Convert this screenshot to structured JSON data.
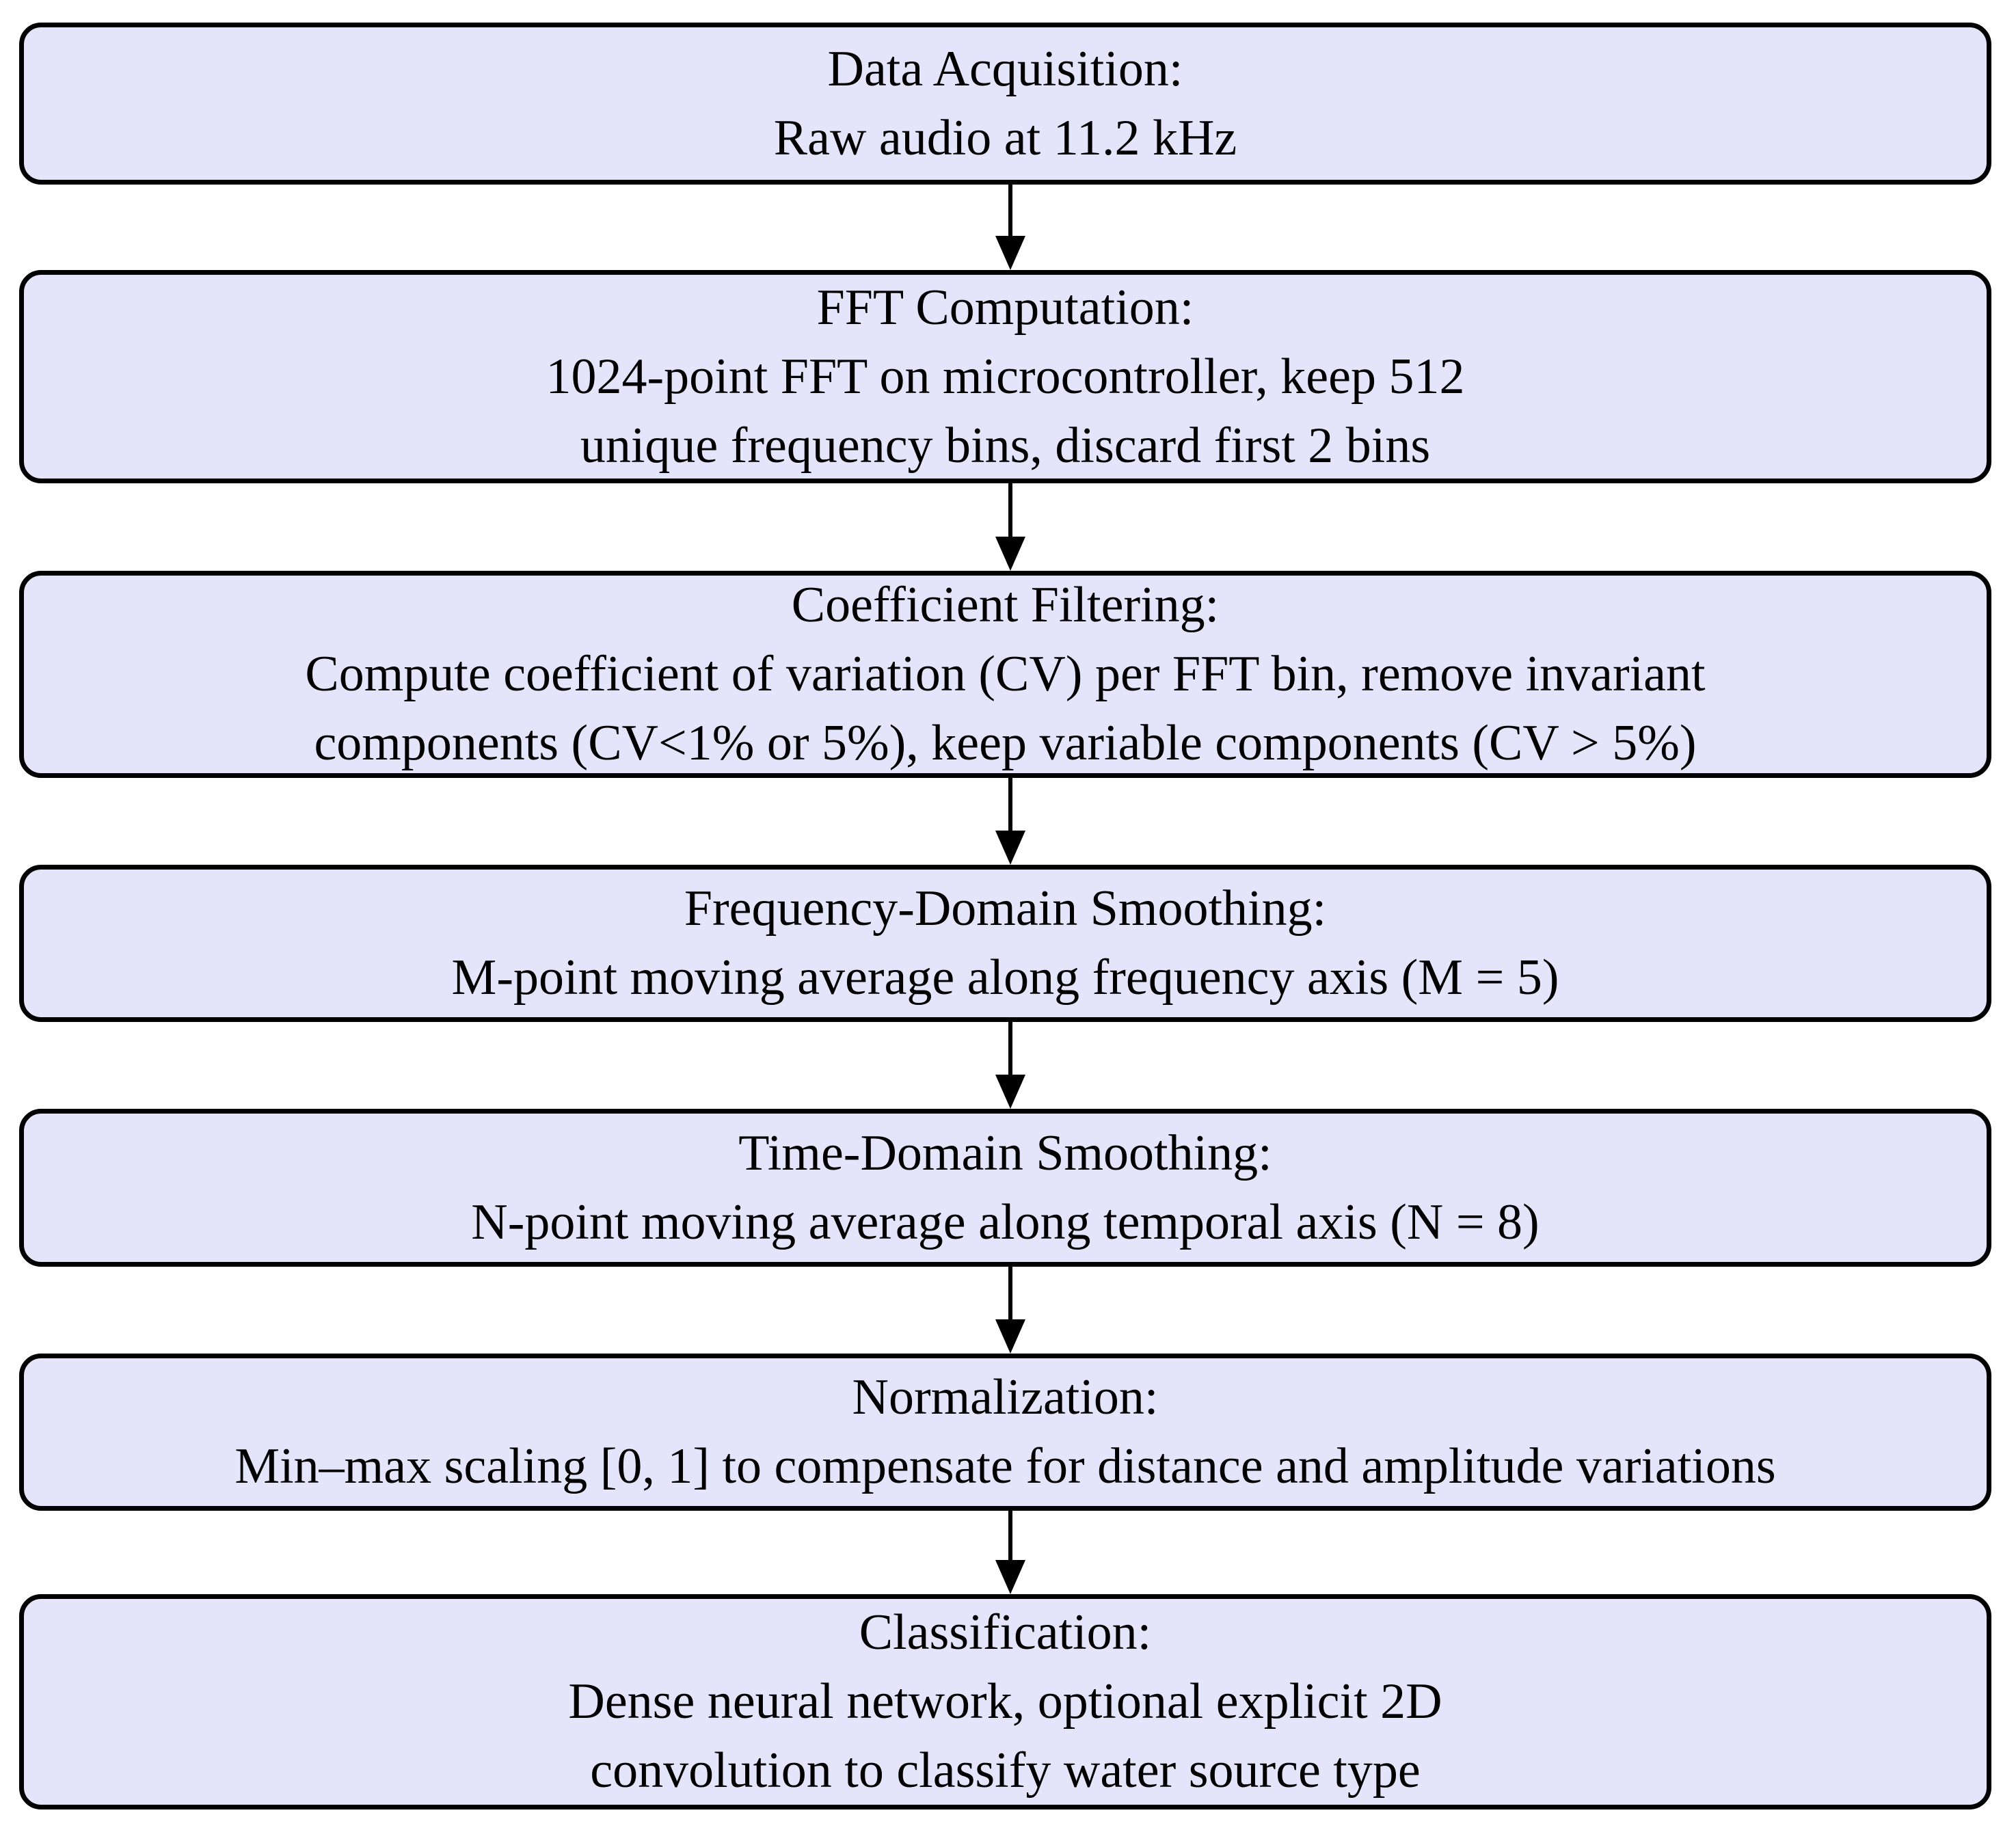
{
  "diagram": {
    "type": "flowchart",
    "direction": "top-to-bottom",
    "background_color": "#ffffff",
    "node_fill_color": "#e4e4fa",
    "node_border_color": "#000000",
    "arrow_color": "#000000",
    "boxes": [
      {
        "name": "data-acquisition",
        "lines": [
          "Data Acquisition:",
          "Raw audio at 11.2 kHz"
        ]
      },
      {
        "name": "fft-computation",
        "lines": [
          "FFT Computation:",
          "1024-point FFT on microcontroller, keep 512",
          "unique frequency bins, discard first 2 bins"
        ]
      },
      {
        "name": "coefficient-filtering",
        "lines": [
          "Coefficient Filtering:",
          "Compute coefficient of variation (CV) per FFT bin, remove invariant",
          "components (CV<1% or 5%), keep variable components (CV > 5%)"
        ]
      },
      {
        "name": "frequency-domain-smoothing",
        "lines": [
          "Frequency-Domain Smoothing:",
          "M-point moving average along frequency axis (M = 5)"
        ]
      },
      {
        "name": "time-domain-smoothing",
        "lines": [
          "Time-Domain Smoothing:",
          "N-point moving average along temporal axis (N = 8)"
        ]
      },
      {
        "name": "normalization",
        "lines": [
          "Normalization:",
          "Min–max scaling [0, 1] to compensate for distance and amplitude variations"
        ]
      },
      {
        "name": "classification",
        "lines": [
          "Classification:",
          "Dense neural network, optional explicit 2D",
          "convolution to classify water source type"
        ]
      }
    ]
  }
}
